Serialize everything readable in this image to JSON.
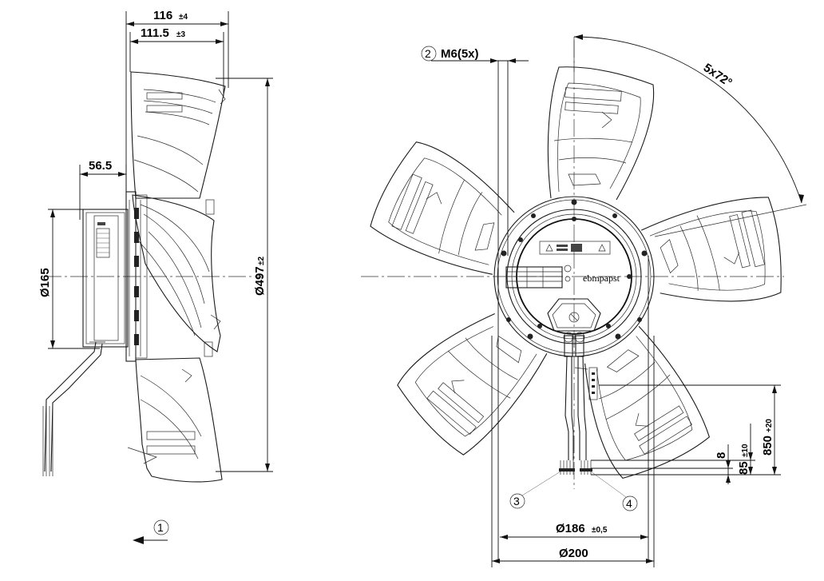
{
  "dimensions": {
    "overall_depth": {
      "value": "116",
      "tol": "±4"
    },
    "blade_depth": {
      "value": "111.5",
      "tol": "±3"
    },
    "motor_offset": {
      "value": "56.5"
    },
    "motor_diameter": {
      "value": "Ø165"
    },
    "fan_diameter": {
      "value": "Ø497",
      "tol": "±2"
    },
    "thread": {
      "callout": "2",
      "value": "M6(5x)"
    },
    "angle": {
      "value": "5x72°"
    },
    "bolt_circle": {
      "value": "Ø186",
      "tol": "±0,5"
    },
    "rotor_diameter": {
      "value": "Ø200"
    },
    "cable_length": {
      "value": "850",
      "tol": "+20"
    },
    "strip_length": {
      "value": "85",
      "tol": "±10"
    },
    "wire_strip": {
      "value": "8"
    }
  },
  "callouts": {
    "airflow": "1",
    "cable_left": "3",
    "cable_right": "4"
  },
  "brand": "ebmpapst"
}
